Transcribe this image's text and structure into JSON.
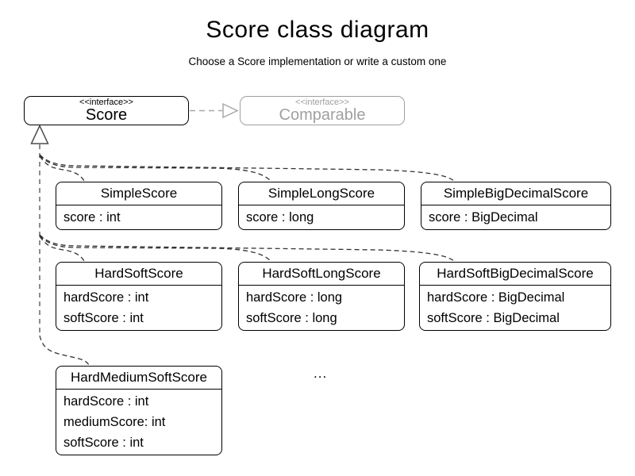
{
  "header": {
    "title": "Score class diagram",
    "subtitle": "Choose a Score implementation or write a custom one"
  },
  "interfaces": {
    "score": {
      "stereotype": "<<interface>>",
      "name": "Score"
    },
    "comparable": {
      "stereotype": "<<interface>>",
      "name": "Comparable"
    }
  },
  "classes": [
    {
      "name": "SimpleScore",
      "attributes": [
        "score : int"
      ]
    },
    {
      "name": "SimpleLongScore",
      "attributes": [
        "score : long"
      ]
    },
    {
      "name": "SimpleBigDecimalScore",
      "attributes": [
        "score : BigDecimal"
      ]
    },
    {
      "name": "HardSoftScore",
      "attributes": [
        "hardScore : int",
        "softScore : int"
      ]
    },
    {
      "name": "HardSoftLongScore",
      "attributes": [
        "hardScore : long",
        "softScore : long"
      ]
    },
    {
      "name": "HardSoftBigDecimalScore",
      "attributes": [
        "hardScore : BigDecimal",
        "softScore : BigDecimal"
      ]
    },
    {
      "name": "HardMediumSoftScore",
      "attributes": [
        "hardScore : int",
        "mediumScore: int",
        "softScore : int"
      ]
    }
  ],
  "ellipsis": "...",
  "colors": {
    "line": "#000000",
    "muted": "#a0a0a0",
    "inheritance_trunk": "#8c8c8c"
  }
}
